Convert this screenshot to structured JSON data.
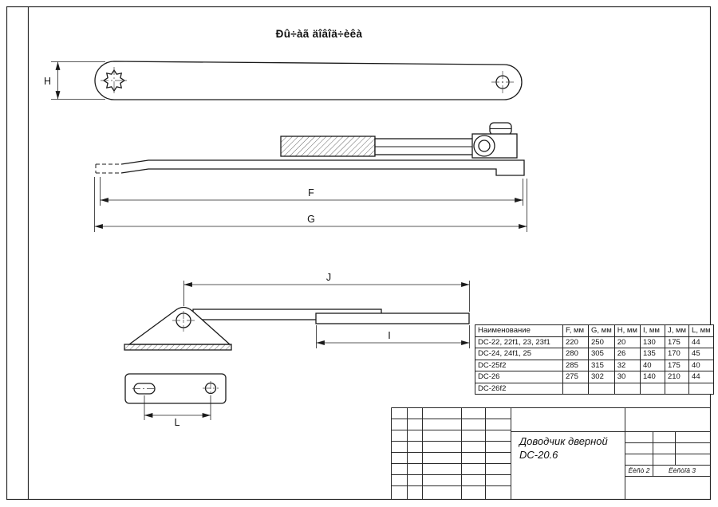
{
  "page": {
    "title": "Ðû÷àã äîâîä÷èêà"
  },
  "dimensions": {
    "h": "H",
    "f": "F",
    "g": "G",
    "j": "J",
    "i": "I",
    "l": "L"
  },
  "table": {
    "headers": [
      "Наименование",
      "F, мм",
      "G, мм",
      "H, мм",
      "I, мм",
      "J, мм",
      "L, мм"
    ],
    "rows": [
      [
        "DC-22, 22f1, 23, 23f1",
        "220",
        "250",
        "20",
        "130",
        "175",
        "44"
      ],
      [
        "DC-24, 24f1, 25",
        "280",
        "305",
        "26",
        "135",
        "170",
        "45"
      ],
      [
        "DC-25f2",
        "285",
        "315",
        "32",
        "40",
        "175",
        "40"
      ],
      [
        "DC-26",
        "275",
        "302",
        "30",
        "140",
        "210",
        "44"
      ],
      [
        "DC-26f2",
        "",
        "",
        "",
        "",
        "",
        ""
      ]
    ]
  },
  "title_block": {
    "product_name": "Доводчик дверной",
    "product_model": "DC-20.6",
    "sheet_label": "Ëèñò  2",
    "sheets_label": "Ëèñòîâ 3"
  }
}
